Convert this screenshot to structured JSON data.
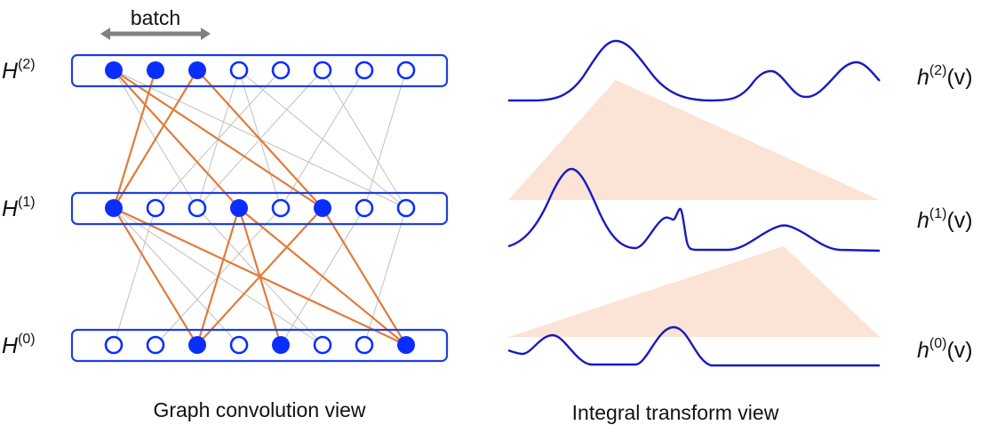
{
  "batch_label": "batch",
  "left": {
    "caption": "Graph convolution view",
    "layers": [
      {
        "name": "H",
        "sup": "(2)",
        "filled": [
          true,
          true,
          true,
          false,
          false,
          false,
          false,
          false
        ]
      },
      {
        "name": "H",
        "sup": "(1)",
        "filled": [
          true,
          false,
          false,
          true,
          false,
          true,
          false,
          false
        ]
      },
      {
        "name": "H",
        "sup": "(0)",
        "filled": [
          false,
          false,
          true,
          false,
          true,
          false,
          false,
          true
        ]
      }
    ],
    "edges_top": {
      "highlighted": [
        [
          0,
          3
        ],
        [
          0,
          5
        ],
        [
          1,
          0
        ],
        [
          2,
          0
        ],
        [
          2,
          5
        ]
      ],
      "plain": [
        [
          0,
          2
        ],
        [
          0,
          7
        ],
        [
          3,
          2
        ],
        [
          3,
          4
        ],
        [
          3,
          7
        ],
        [
          4,
          1
        ],
        [
          5,
          2
        ],
        [
          5,
          7
        ],
        [
          6,
          4
        ],
        [
          7,
          6
        ]
      ]
    },
    "edges_bottom": {
      "highlighted": [
        [
          0,
          2
        ],
        [
          0,
          7
        ],
        [
          3,
          2
        ],
        [
          3,
          4
        ],
        [
          3,
          7
        ],
        [
          5,
          2
        ],
        [
          5,
          7
        ]
      ],
      "plain": [
        [
          0,
          3
        ],
        [
          0,
          5
        ],
        [
          1,
          0
        ],
        [
          2,
          5
        ],
        [
          4,
          1
        ],
        [
          6,
          4
        ],
        [
          7,
          6
        ]
      ]
    }
  },
  "right": {
    "caption": "Integral transform view",
    "functions": [
      {
        "name": "h",
        "sup": "(2)",
        "arg": "(v)"
      },
      {
        "name": "h",
        "sup": "(1)",
        "arg": "(v)"
      },
      {
        "name": "h",
        "sup": "(0)",
        "arg": "(v)"
      }
    ]
  },
  "colors": {
    "node": "#0a2eff",
    "box": "#1f3fe0",
    "highlight_edge": "#e07b39",
    "plain_edge": "#c0c0c0",
    "curve": "#1a1abf",
    "kernel": "#fbe3d6",
    "arrow": "#808080"
  }
}
